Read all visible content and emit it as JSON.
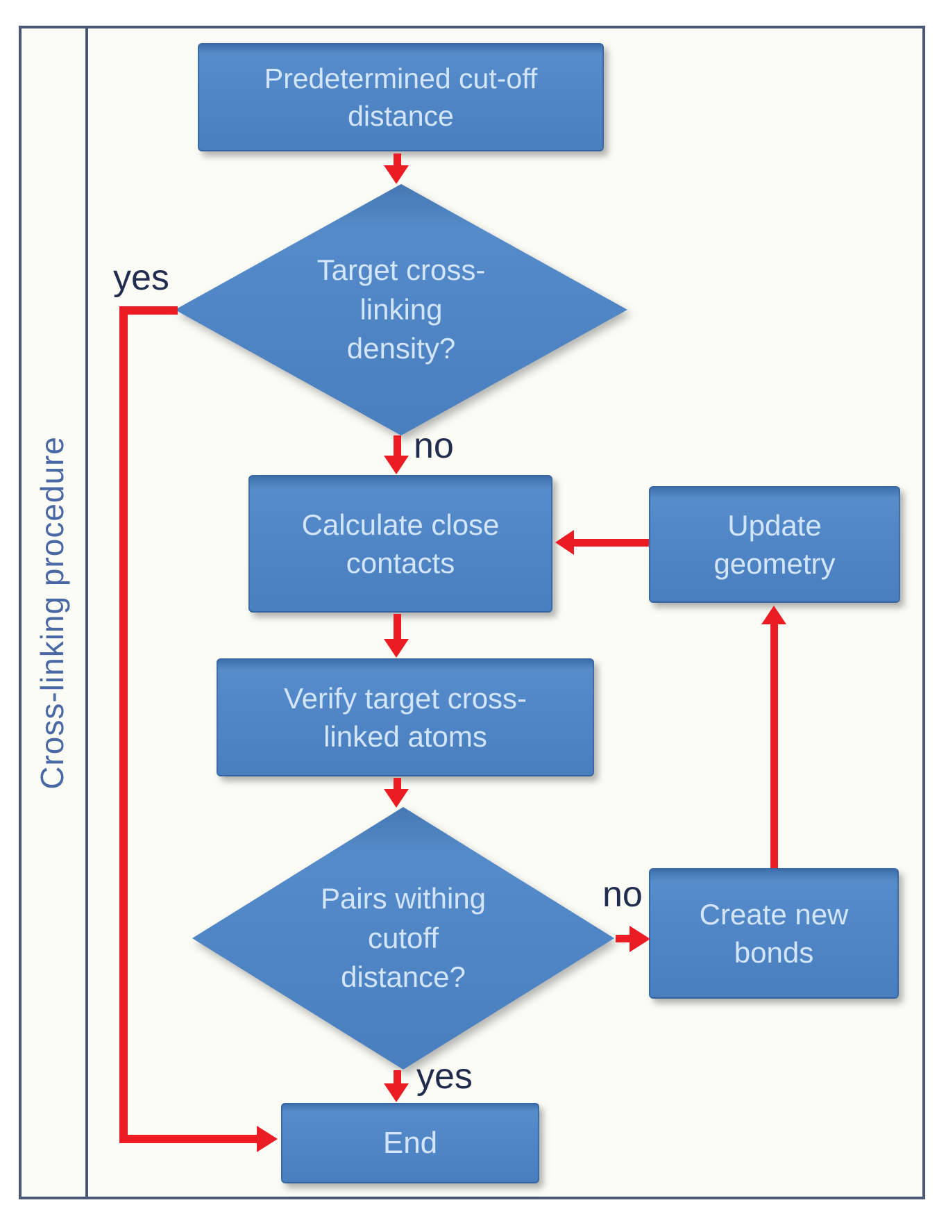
{
  "figure": {
    "sidebar_label": "Cross-linking procedure"
  },
  "nodes": {
    "start": {
      "label": "Predetermined cut-off\ndistance"
    },
    "decision1": {
      "label": "Target cross-\nlinking\ndensity?"
    },
    "calculate": {
      "label": "Calculate close\ncontacts"
    },
    "update": {
      "label": "Update\ngeometry"
    },
    "verify": {
      "label": "Verify target cross-\nlinked atoms"
    },
    "decision2": {
      "label": "Pairs withing\ncutoff\ndistance?"
    },
    "create": {
      "label": "Create new\nbonds"
    },
    "end": {
      "label": "End"
    }
  },
  "edges": {
    "decision1_yes": "yes",
    "decision1_no": "no",
    "decision2_no": "no",
    "decision2_yes": "yes"
  },
  "colors": {
    "arrow": "#ec1c24",
    "frame": "#4a5878",
    "edge-label": "#222c4e",
    "sidebar-text": "#4a68a4",
    "node-text": "#d3e5f8",
    "bg": "#fcfcf6"
  }
}
